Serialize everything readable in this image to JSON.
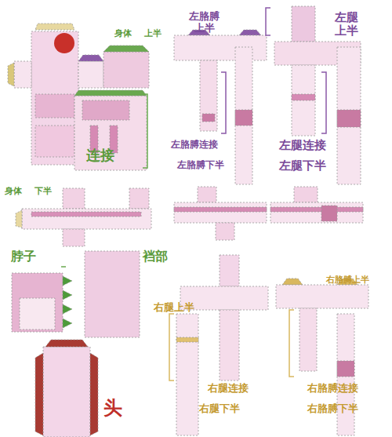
{
  "diagram": {
    "labels": [
      "身体",
      "上半",
      "连接",
      "身体",
      "下半",
      "脖子",
      "裆部",
      "头",
      "左胳膊 上半",
      "左腿 上半",
      "左胳膊连接",
      "左胳膊下半",
      "左腿连接",
      "左腿下半",
      "右腿上半",
      "右腿连接",
      "右腿下半",
      "右胳膊上半",
      "右胳膊连接",
      "右胳膊下半"
    ]
  }
}
